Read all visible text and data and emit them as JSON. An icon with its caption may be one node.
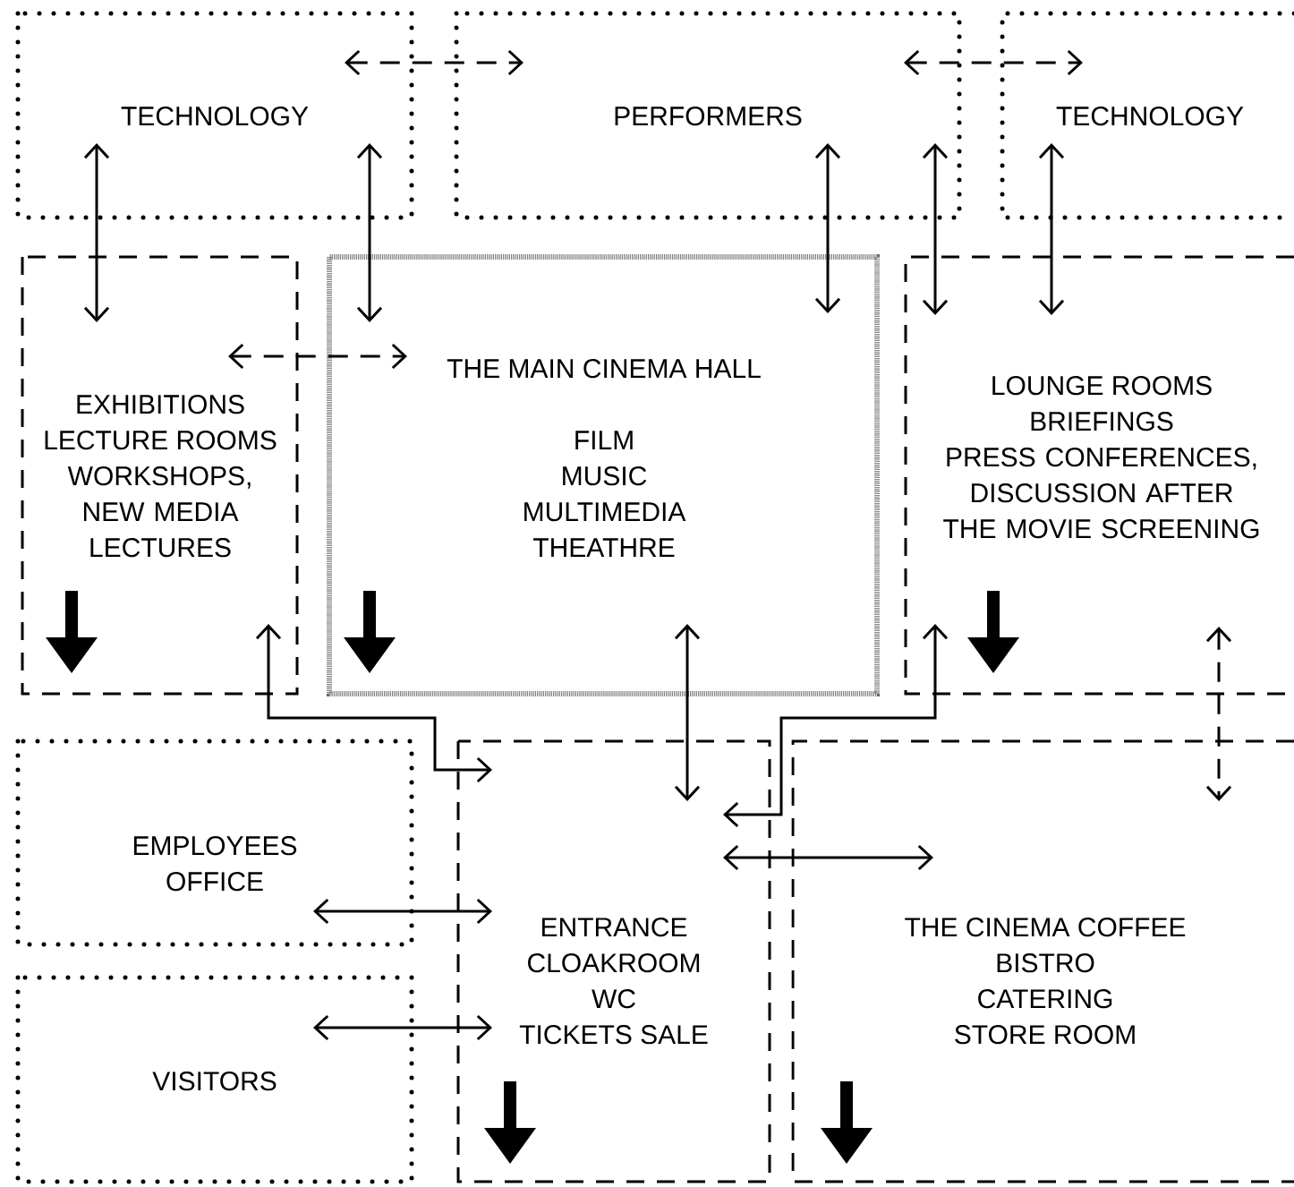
{
  "diagram": {
    "nodes": [
      {
        "text": [
          "TECHNOLOGY"
        ]
      },
      {
        "text": [
          "PERFORMERS"
        ]
      },
      {
        "text": [
          "TECHNOLOGY"
        ]
      },
      {
        "text": [
          "EXHIBITIONS",
          "LECTURE ROOMS",
          "WORKSHOPS, NEW MEDIA LECTURES"
        ]
      },
      {
        "text": [
          "THE MAIN CINEMA HALL",
          "FILM",
          "MUSIC",
          "MULTIMEDIA",
          "THEATHRE"
        ]
      },
      {
        "text": [
          "LOUNGE ROOMS",
          "BRIEFINGS",
          "PRESS CONFERENCES, DISCUSSION AFTER THE MOVIE SCREENING"
        ]
      },
      {
        "text": [
          "EMPLOYEES OFFICE"
        ]
      },
      {
        "text": [
          "VISITORS"
        ]
      },
      {
        "text": [
          "ENTRANCE",
          "CLOAKROOM",
          "WC",
          "TICKETS SALE"
        ]
      },
      {
        "text": [
          "THE CINEMA COFFEE",
          "BISTRO",
          "CATERING",
          "STORE ROOM"
        ]
      }
    ],
    "edges": [
      {
        "from": 0,
        "to": 1,
        "arrow": "both",
        "style": "dashed"
      },
      {
        "from": 1,
        "to": 2,
        "arrow": "both",
        "style": "dashed"
      },
      {
        "from": 0,
        "to": 3,
        "arrow": "both"
      },
      {
        "from": 0,
        "to": 4,
        "arrow": "both"
      },
      {
        "from": 1,
        "to": 4,
        "arrow": "both"
      },
      {
        "from": 1,
        "to": 5,
        "arrow": "both"
      },
      {
        "from": 2,
        "to": 5,
        "arrow": "both"
      },
      {
        "from": 3,
        "to": 4,
        "arrow": "both",
        "style": "dashed"
      },
      {
        "from": 3,
        "to": 8,
        "arrow": "both"
      },
      {
        "from": 4,
        "to": 8,
        "arrow": "both"
      },
      {
        "from": 5,
        "to": 8,
        "arrow": "both"
      },
      {
        "from": 8,
        "to": 9,
        "arrow": "both"
      },
      {
        "from": 5,
        "to": 9,
        "arrow": "both",
        "style": "dashed"
      },
      {
        "from": 6,
        "to": 8,
        "arrow": "both"
      },
      {
        "from": 7,
        "to": 8,
        "arrow": "both"
      }
    ]
  }
}
